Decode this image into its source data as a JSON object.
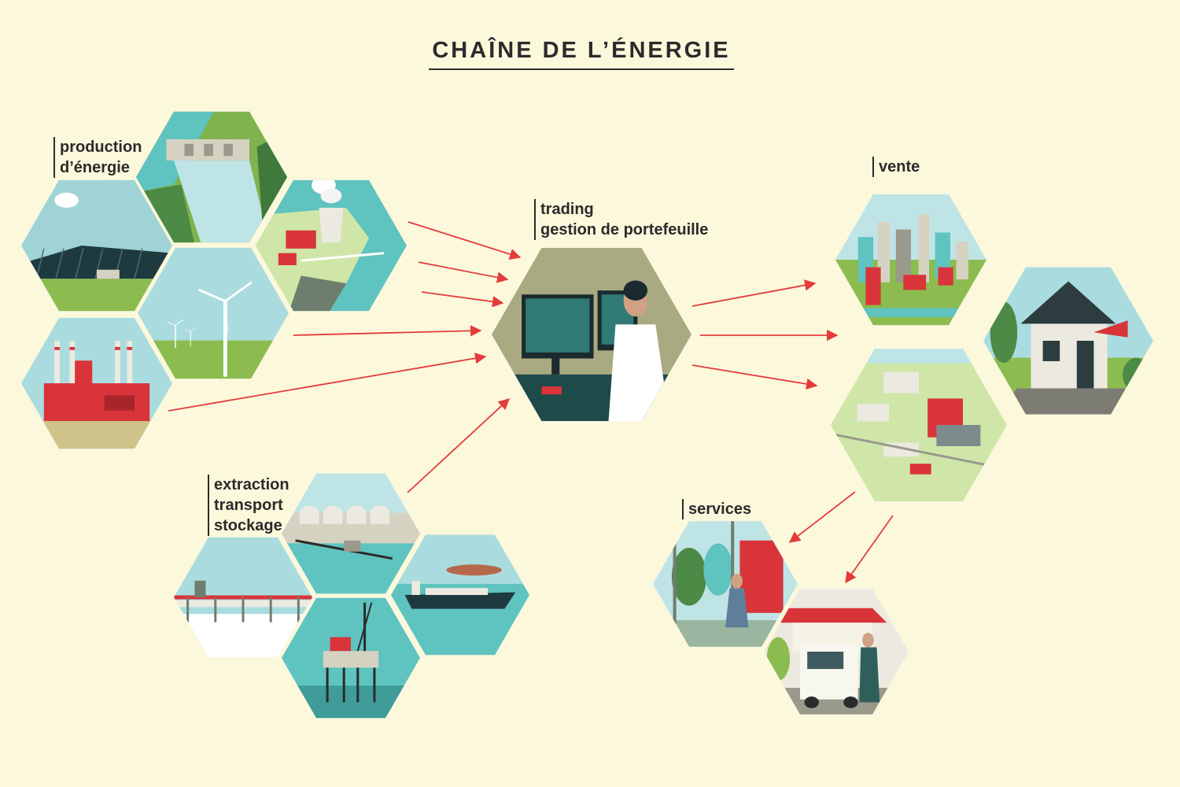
{
  "title": "CHAÎNE DE L’ÉNERGIE",
  "colors": {
    "background": "#fbf8dc",
    "arrow": "#e53b3b",
    "text": "#2b2b2b",
    "accent_red": "#d9343a",
    "teal": "#5fc3bf",
    "green": "#8cbc4f"
  },
  "groups": {
    "production": {
      "lines": [
        "production",
        "d’énergie"
      ],
      "scenes": [
        "hydro-dam",
        "nuclear-plant",
        "solar-farm",
        "wind-farm",
        "thermal-plant"
      ]
    },
    "trading": {
      "lines": [
        "trading",
        "gestion de portefeuille"
      ],
      "scenes": [
        "trader-desk"
      ]
    },
    "vente": {
      "lines": [
        "vente"
      ],
      "scenes": [
        "city",
        "house",
        "industrial-park"
      ]
    },
    "services": {
      "lines": [
        "services"
      ],
      "scenes": [
        "boiler-room-technician",
        "service-van"
      ]
    },
    "extraction": {
      "lines": [
        "extraction",
        "transport",
        "stockage"
      ],
      "scenes": [
        "lng-terminal",
        "pipeline-snow",
        "lng-tanker",
        "offshore-platform"
      ]
    }
  }
}
